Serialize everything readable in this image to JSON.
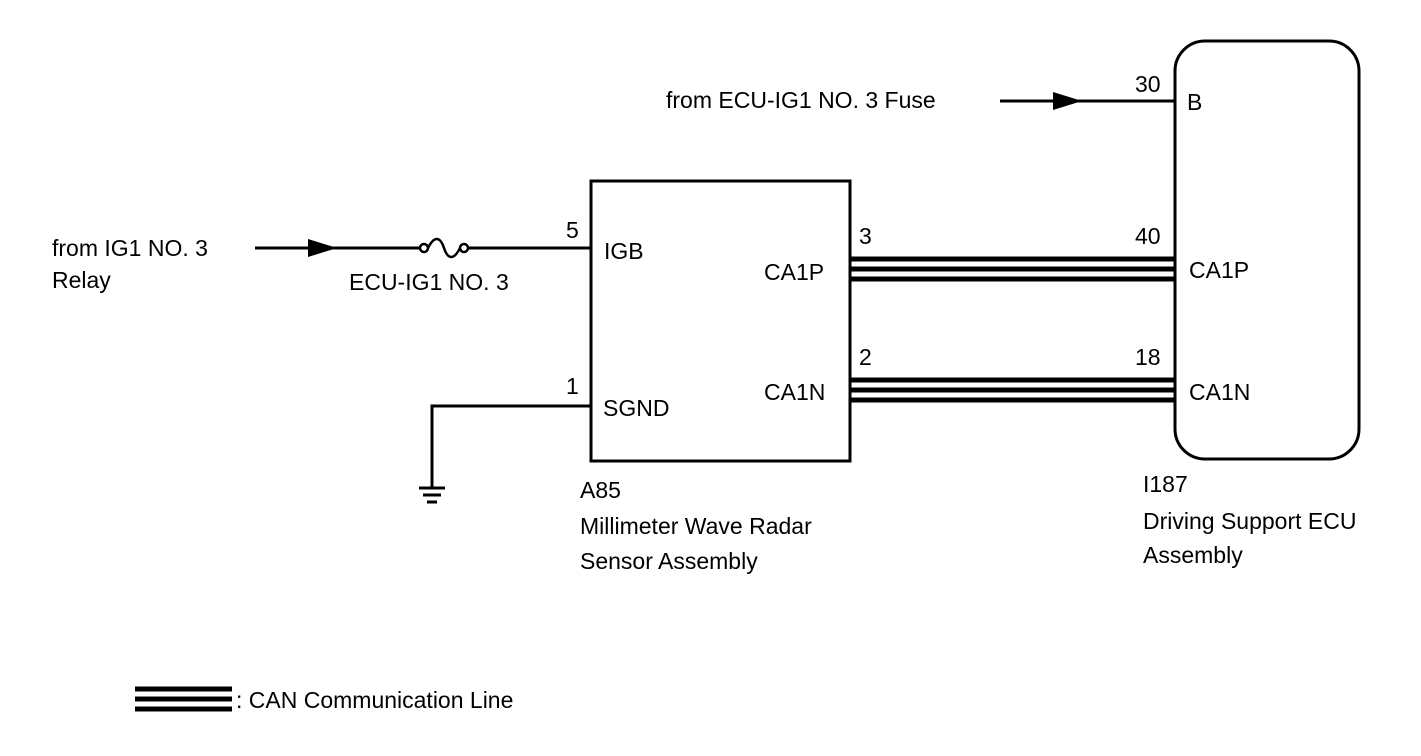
{
  "sources": {
    "ig1_relay_line1": "from IG1 NO. 3",
    "ig1_relay_line2": "Relay",
    "fuse_source": "from ECU-IG1 NO. 3 Fuse"
  },
  "fuse": {
    "label": "ECU-IG1 NO. 3"
  },
  "radar_sensor": {
    "connector": "A85",
    "name_line1": "Millimeter Wave Radar",
    "name_line2": "Sensor Assembly",
    "pins": [
      {
        "number": "5",
        "name": "IGB"
      },
      {
        "number": "1",
        "name": "SGND"
      },
      {
        "number": "3",
        "name": "CA1P"
      },
      {
        "number": "2",
        "name": "CA1N"
      }
    ]
  },
  "driving_ecu": {
    "connector": "I187",
    "name_line1": "Driving Support ECU",
    "name_line2": "Assembly",
    "pins": [
      {
        "number": "30",
        "name": "B"
      },
      {
        "number": "40",
        "name": "CA1P"
      },
      {
        "number": "18",
        "name": "CA1N"
      }
    ]
  },
  "legend": {
    "label": ": CAN Communication Line"
  }
}
